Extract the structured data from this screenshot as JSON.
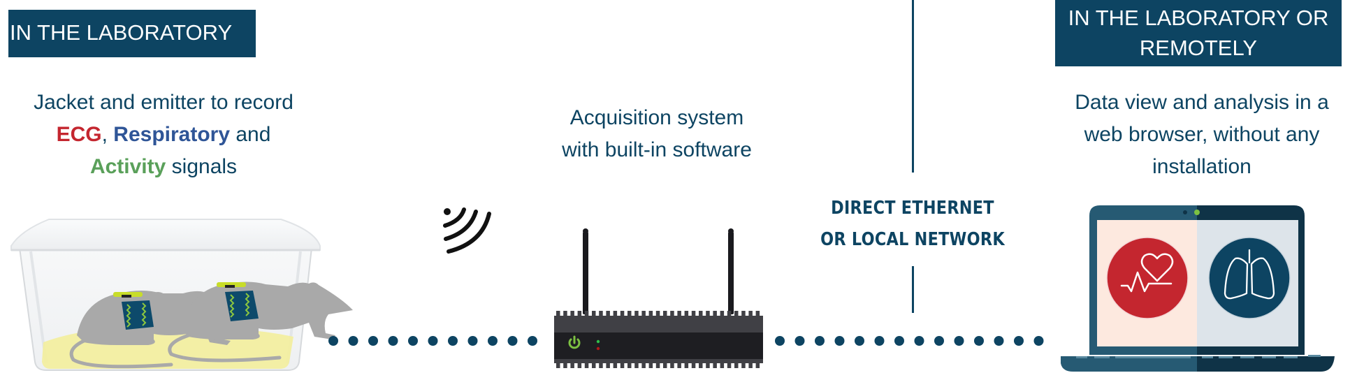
{
  "left_section": {
    "badge": "IN THE LABORATORY",
    "description": {
      "line1": "Jacket and emitter to record",
      "ecg": "ECG",
      "comma": ",",
      "respiratory": "Respiratory",
      "and": "and",
      "activity": "Activity",
      "signals": "signals"
    },
    "illustration": "cage-with-jacketed-rats"
  },
  "middle_section": {
    "description": {
      "line1": "Acquisition system",
      "line2": "with built-in software"
    },
    "illustration": "acquisition-router",
    "wireless_icon": "wireless-signal-icon"
  },
  "network_section": {
    "line1": "DIRECT ETHERNET",
    "line2": "OR LOCAL NETWORK"
  },
  "right_section": {
    "badge_line1": "IN THE LABORATORY OR",
    "badge_line2": "REMOTELY",
    "description": {
      "line1": "Data view and analysis in a",
      "line2": "web browser, without any",
      "line3": "installation"
    },
    "illustration": "laptop-with-heart-and-lungs",
    "icons": [
      "heart-ecg-icon",
      "lungs-icon"
    ]
  },
  "colors": {
    "primary": "#0d4462",
    "ecg": "#c4262f",
    "respiratory": "#2f5597",
    "activity": "#5aa05a",
    "power_led": "#7cc142"
  },
  "connectors": {
    "left_dots": 11,
    "right_dots": 14
  }
}
